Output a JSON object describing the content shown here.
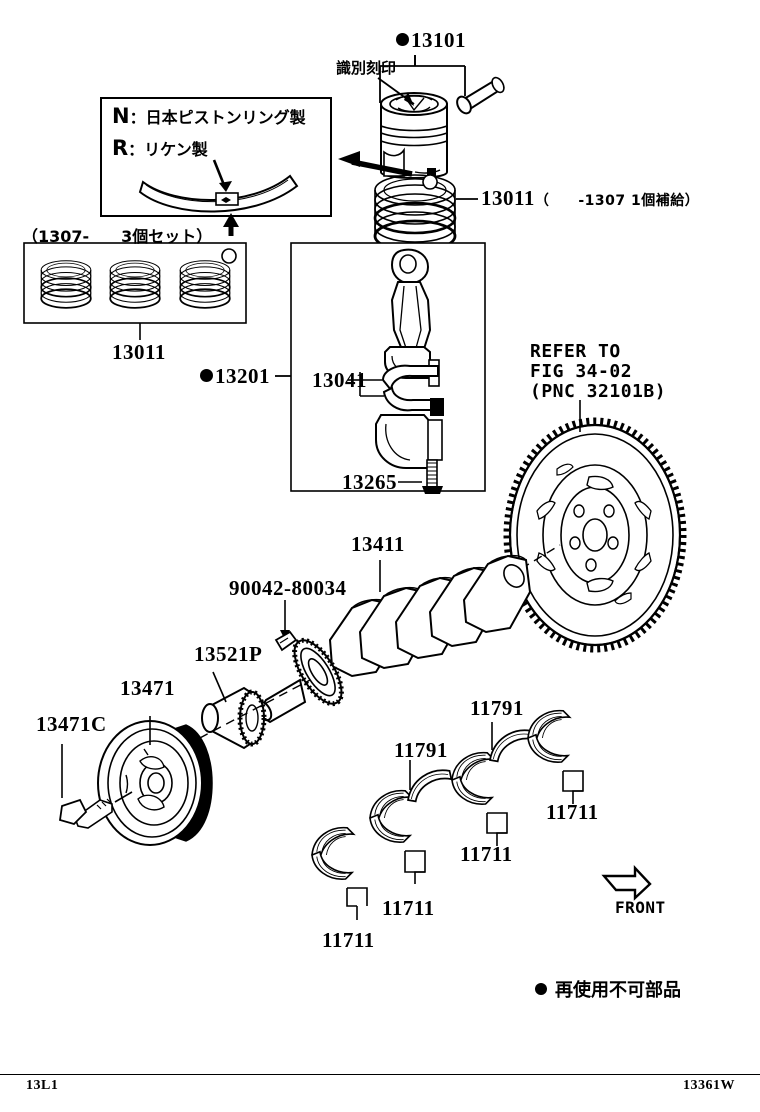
{
  "page": {
    "title": "Toyota Engine Parts Diagram — Crankshaft & Piston",
    "footer_left": "13L1",
    "footer_right": "13361W"
  },
  "legend_box": {
    "line1_key": "N",
    "line1_value": "：日本ピストンリング製",
    "line2_key": "R",
    "line2_value": "：リケン製"
  },
  "notes": {
    "identification_stamp": "識別刻印",
    "ring_set_note": "（1307-　　3個セット）",
    "reuse_legend": "再使用不可部品",
    "front_arrow_label": "FRONT"
  },
  "refer_to": {
    "line1": "REFER TO",
    "line2": "FIG 34-02",
    "line3": "(PNC 32101B)"
  },
  "parts": [
    {
      "id": "p13101",
      "number": "13101",
      "bullet": true,
      "suffix": ""
    },
    {
      "id": "p13011a",
      "number": "13011",
      "bullet": false,
      "suffix": "（　　-1307 1個補給）"
    },
    {
      "id": "p13011b",
      "number": "13011",
      "bullet": false,
      "suffix": ""
    },
    {
      "id": "p13201",
      "number": "13201",
      "bullet": true,
      "suffix": ""
    },
    {
      "id": "p13041",
      "number": "13041",
      "bullet": false,
      "suffix": ""
    },
    {
      "id": "p13265",
      "number": "13265",
      "bullet": false,
      "suffix": ""
    },
    {
      "id": "p13411",
      "number": "13411",
      "bullet": false,
      "suffix": ""
    },
    {
      "id": "p90042",
      "number": "90042-80034",
      "bullet": false,
      "suffix": ""
    },
    {
      "id": "p13521P",
      "number": "13521P",
      "bullet": false,
      "suffix": ""
    },
    {
      "id": "p13471",
      "number": "13471",
      "bullet": false,
      "suffix": ""
    },
    {
      "id": "p13471C",
      "number": "13471C",
      "bullet": false,
      "suffix": ""
    },
    {
      "id": "p11791a",
      "number": "11791",
      "bullet": false,
      "suffix": ""
    },
    {
      "id": "p11791b",
      "number": "11791",
      "bullet": false,
      "suffix": ""
    },
    {
      "id": "p11711a",
      "number": "11711",
      "bullet": false,
      "suffix": ""
    },
    {
      "id": "p11711b",
      "number": "11711",
      "bullet": false,
      "suffix": ""
    },
    {
      "id": "p11711c",
      "number": "11711",
      "bullet": false,
      "suffix": ""
    },
    {
      "id": "p11711d",
      "number": "11711",
      "bullet": false,
      "suffix": ""
    }
  ],
  "colors": {
    "ink": "#000000",
    "paper": "#ffffff"
  }
}
